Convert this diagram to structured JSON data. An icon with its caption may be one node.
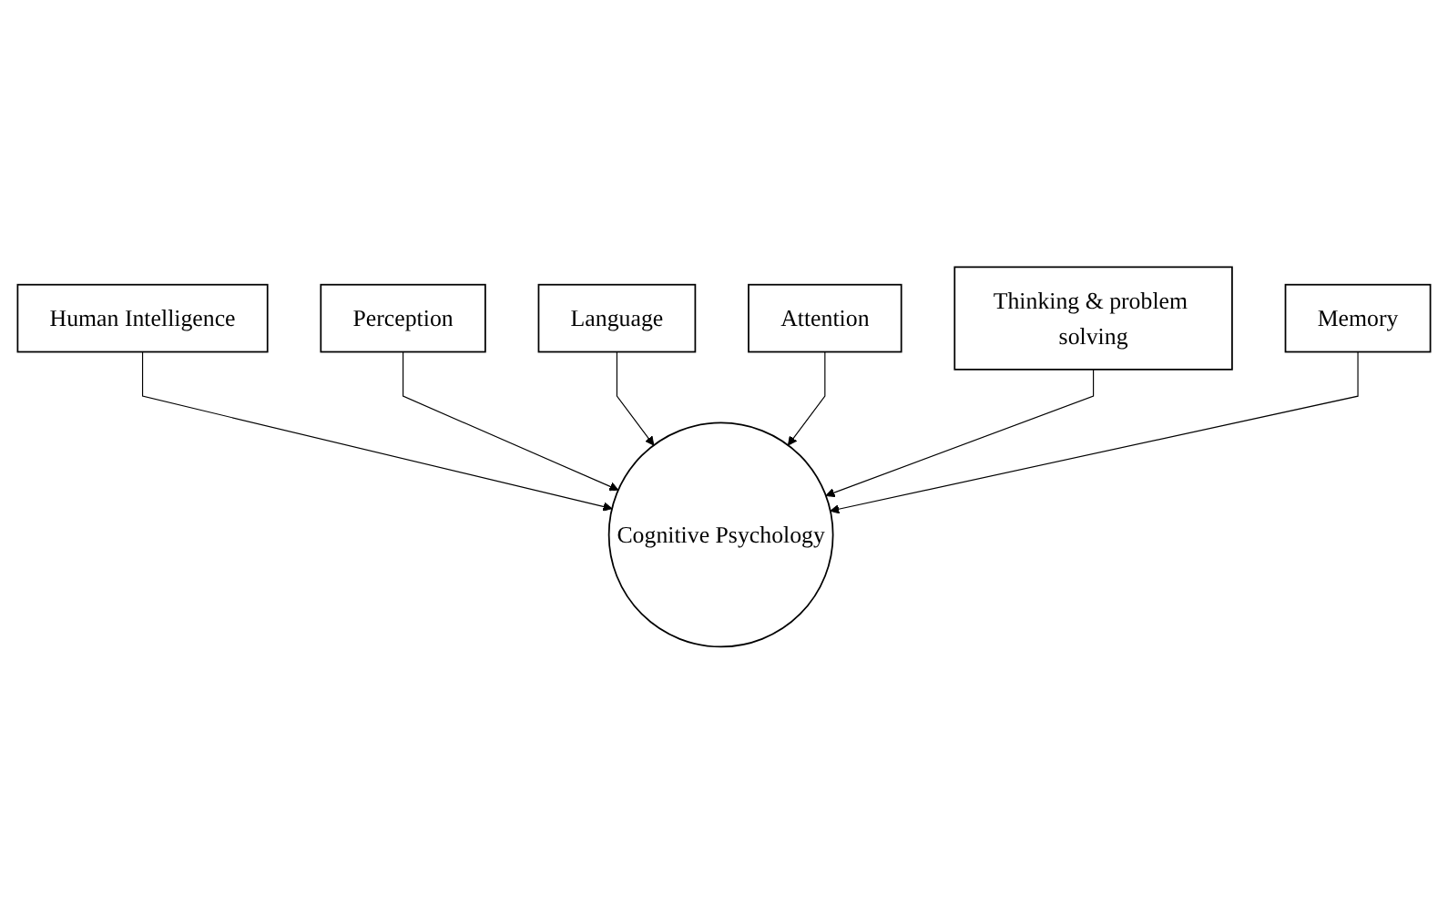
{
  "diagram": {
    "nodes": [
      {
        "text": [
          "Human Intelligence"
        ]
      },
      {
        "text": [
          "Perception"
        ]
      },
      {
        "text": [
          "Language"
        ]
      },
      {
        "text": [
          "Cognitive Psychology"
        ]
      },
      {
        "text": [
          "Attention"
        ]
      },
      {
        "text": [
          "Thinking & problem solving"
        ]
      },
      {
        "text": [
          "Memory"
        ]
      }
    ],
    "edges": [
      {
        "from": 0,
        "to": 3,
        "arrow": "to"
      },
      {
        "from": 1,
        "to": 3,
        "arrow": "to"
      },
      {
        "from": 2,
        "to": 3,
        "arrow": "to"
      },
      {
        "from": 4,
        "to": 3,
        "arrow": "to"
      },
      {
        "from": 5,
        "to": 3,
        "arrow": "to"
      },
      {
        "from": 6,
        "to": 3,
        "arrow": "to"
      }
    ]
  }
}
